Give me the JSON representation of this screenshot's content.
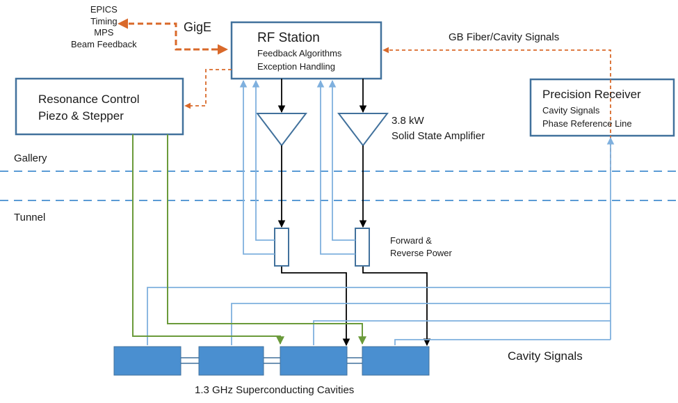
{
  "top_left_list": [
    "EPICS",
    "Timing",
    "MPS",
    "Beam Feedback"
  ],
  "gige_label": "GigE",
  "rf_station": {
    "title": "RF Station",
    "lines": [
      "Feedback Algorithms",
      "Exception Handling"
    ]
  },
  "gb_label": "GB Fiber/Cavity Signals",
  "resonance_control": {
    "title": "Resonance Control",
    "line2": "Piezo & Stepper"
  },
  "precision_receiver": {
    "title": "Precision Receiver",
    "lines": [
      "Cavity Signals",
      "Phase Reference Line"
    ]
  },
  "amplifier_label": [
    "3.8 kW",
    "Solid State Amplifier"
  ],
  "gallery_label": "Gallery",
  "tunnel_label": "Tunnel",
  "coupler_label": [
    "Forward &",
    "Reverse Power"
  ],
  "cavity_signals_label": "Cavity Signals",
  "cavities_label": "1.3 GHz Superconducting Cavities",
  "colors": {
    "box_stroke": "#41719c",
    "signal_blue": "#7fb0de",
    "orange": "#d9692a",
    "green": "#6a9a3a",
    "black": "#000000",
    "cavity_fill": "#4a8fd0",
    "dashed_blue": "#5b9bd5"
  }
}
